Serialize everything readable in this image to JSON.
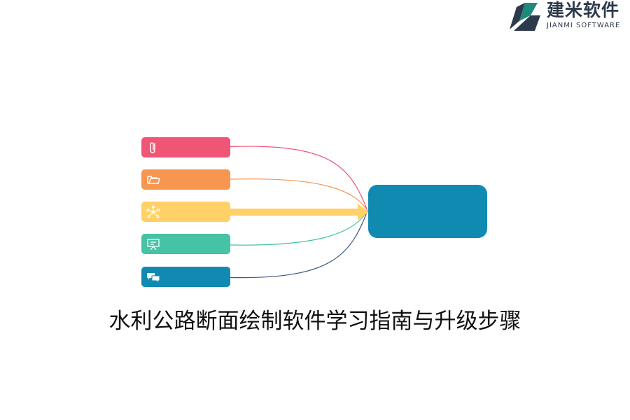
{
  "logo": {
    "name_cn": "建米软件",
    "name_en": "JIANMI SOFTWARE",
    "colors": {
      "dark": "#2d3a4b",
      "accent": "#1f8a7a"
    }
  },
  "diagram": {
    "items": [
      {
        "icon": "paperclip-icon",
        "color": "#ef5675"
      },
      {
        "icon": "folder-open-icon",
        "color": "#f79651"
      },
      {
        "icon": "network-icon",
        "color": "#ffd166"
      },
      {
        "icon": "presentation-board-icon",
        "color": "#45c3a4"
      },
      {
        "icon": "chat-bubbles-icon",
        "color": "#118ab2"
      }
    ],
    "target_color": "#118ab2",
    "highlight_arrow_color": "#ffd166"
  },
  "title": "水利公路断面绘制软件学习指南与升级步骤"
}
